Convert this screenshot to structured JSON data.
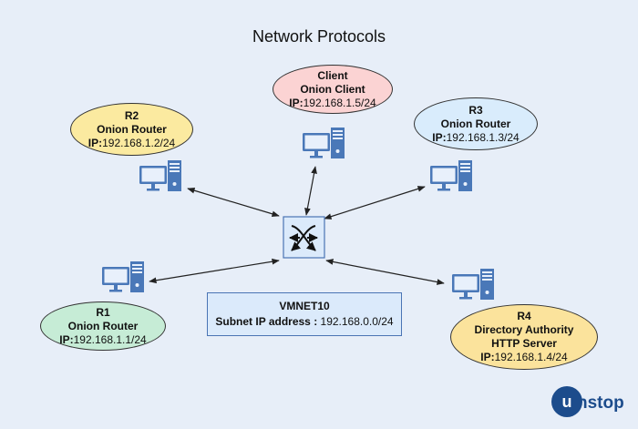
{
  "title": "Network Protocols",
  "nodes": {
    "client": {
      "name": "Client",
      "role": "Onion Client",
      "ip_label": "IP:",
      "ip": "192.168.1.5/24",
      "color": "#fbd3d3"
    },
    "r2": {
      "name": "R2",
      "role": "Onion Router",
      "ip_label": "IP:",
      "ip": "192.168.1.2/24",
      "color": "#fbeaa0"
    },
    "r3": {
      "name": "R3",
      "role": "Onion Router",
      "ip_label": "IP:",
      "ip": "192.168.1.3/24",
      "color": "#d9ecfc"
    },
    "r1": {
      "name": "R1",
      "role": "Onion Router",
      "ip_label": "IP:",
      "ip": "192.168.1.1/24",
      "color": "#c6ecd6"
    },
    "r4": {
      "name": "R4",
      "role": "Directory Authority",
      "role2": "HTTP Server",
      "ip_label": "IP:",
      "ip": "192.168.1.4/24",
      "color": "#fbe39c"
    }
  },
  "vmnet": {
    "name": "VMNET10",
    "subnet_label": "Subnet IP address :",
    "subnet": "192.168.0.0/24"
  },
  "logo": {
    "text": "unstop",
    "color": "#1c4c8c"
  },
  "colors": {
    "computer": "#4a78b8",
    "switch_fill": "#dbeafb",
    "switch_border": "#4a74b4",
    "line": "#222222"
  }
}
